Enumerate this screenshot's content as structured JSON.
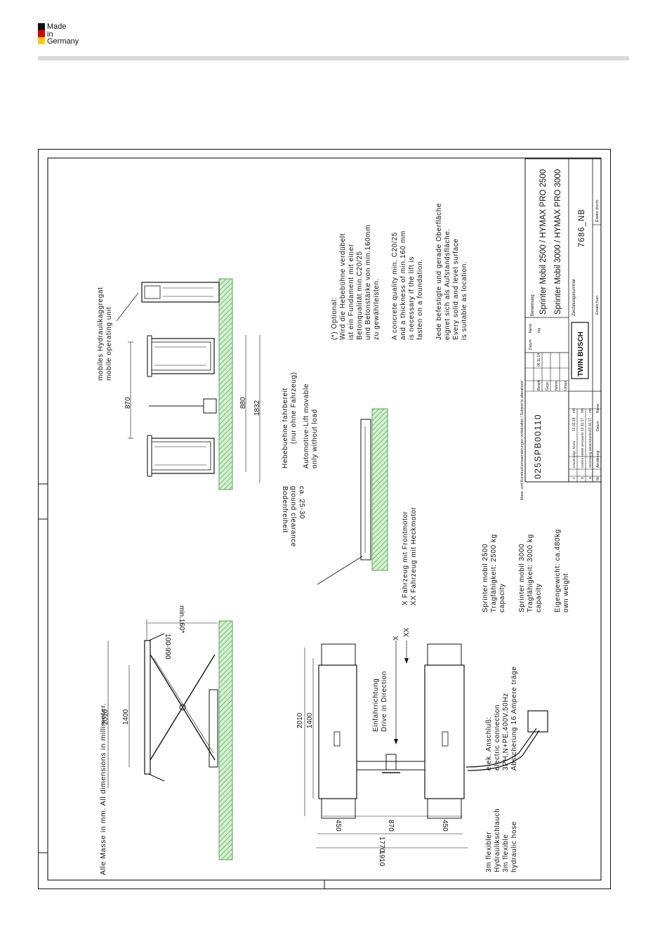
{
  "header": {
    "logo_lines": [
      "Made",
      "in",
      "Germany"
    ],
    "flag_colors": [
      "#111111",
      "#dd0000",
      "#ffce00"
    ]
  },
  "dimensions": {
    "top_view": {
      "length_outer": "2010",
      "length_inner": "1400",
      "widths": [
        "450",
        "870",
        "450"
      ],
      "total_1770": "1770",
      "total_1910": "1910"
    },
    "side_view": {
      "length_outer": "2010",
      "length_inner": "1400",
      "height_range": "100-990",
      "min_depth": "min.160*"
    },
    "front_view": {
      "gap": "870",
      "inner": "880",
      "outer": "1832"
    }
  },
  "labels": {
    "mobile_unit": [
      "mobiles Hydraulikaggregat",
      "mobile operating unit"
    ],
    "ready_to_drive": [
      "Hebebuehne fahrbereit",
      "(nur ohne Fahrzeug)"
    ],
    "automotive_lift": [
      "Automotive-Lift movable",
      "only without load"
    ],
    "ground_clearance": [
      "Bodenfreiheit",
      "ground clearance",
      "ca. 25-30"
    ],
    "vehicle_engine": [
      "X  Fahrzeug mit Frontmotor",
      "XX Fahrzeug mit Heckmotor"
    ],
    "drive_direction": [
      "Einfahrrichtung",
      "Drive in Direction"
    ],
    "x_mark": "X",
    "xx_mark": "XX",
    "electric": [
      "elek. Anschluß:",
      "electric connection",
      "3PH,N+PE,400V,50Hz",
      "Absicherung 16 Ampere träge"
    ],
    "hose": [
      "3m flexibler",
      "Hydraulikschlauch",
      "3m flexible",
      "hydraulic hose"
    ],
    "all_dimensions": "Alle Masse in mm. All dimensions in millimeter.",
    "capacity_2500": [
      "Sprinter mobil 2500",
      "Tragfähigkeit: 2500 kg",
      "capacity"
    ],
    "capacity_3000": [
      "Sprinter mobil 3000",
      "Tragfähigkeit: 3000 kg",
      "capacity"
    ],
    "own_weight": [
      "Eigengewicht: ca.480kg",
      "own weight"
    ]
  },
  "notes": {
    "optional_de": [
      "(*) Optional:",
      "Wird die Hebebühne verdübelt",
      "ist ein Fundament mit einer",
      "Betonqualität min.C20/25",
      "und Betonstärke von min.160mm",
      "zu gewährleisten."
    ],
    "optional_en": [
      "A concrete quality min. C20/25",
      "and a thickness of min.160 mm",
      "is necessary if the lift is",
      "fasten on a foundation."
    ],
    "surface": [
      "Jede befestigte und gerade Oberfläche",
      "eignet sich als Aufstandsfläche.",
      "Every solid and level surface",
      "is suitable as location."
    ]
  },
  "title_block": {
    "drawing_ref": "025SPB00110",
    "subject_to_change": "Mass- und Konstruktionsaenderungen vorbehalten / Subject to alterations!",
    "benennung_label": "Benennung",
    "product_line_1": "Sprinter Mobil 2500 / HYMAX PRO 2500",
    "product_line_2": "Sprinter Mobil 3000 / HYMAX PRO 3000",
    "zeichnungsnummer_label": "Zeichnungsnummer",
    "drawing_number": "7686_NB",
    "brand": "TWIN BUSCH",
    "header_datum": "Datum",
    "header_name": "Name",
    "bearb": "Bearb.",
    "bearb_date": "05.11.14",
    "bearb_name": "mg",
    "gepr": "Gepr.",
    "norm": "Norm",
    "urspr": "Urspr.",
    "ersatz_fuer": "Ersatz fuer:",
    "ersatz_durch": "Ersatz durch:",
    "revisions": [
      {
        "nr": "c",
        "change": "Universalgr. hinzu",
        "date": "12.02.18",
        "name": "mh"
      },
      {
        "nr": "b",
        "change": "Untere Hebel verstaerkt",
        "date": "13.11.17",
        "name": "mh"
      },
      {
        "nr": "a",
        "change": "Zeichnung ueberarbeitet",
        "date": "13.11.17",
        "name": "mh"
      }
    ],
    "rev_headers": {
      "nr": "Nr.",
      "change": "Aenderung",
      "date": "Datum",
      "name": "Name"
    }
  }
}
